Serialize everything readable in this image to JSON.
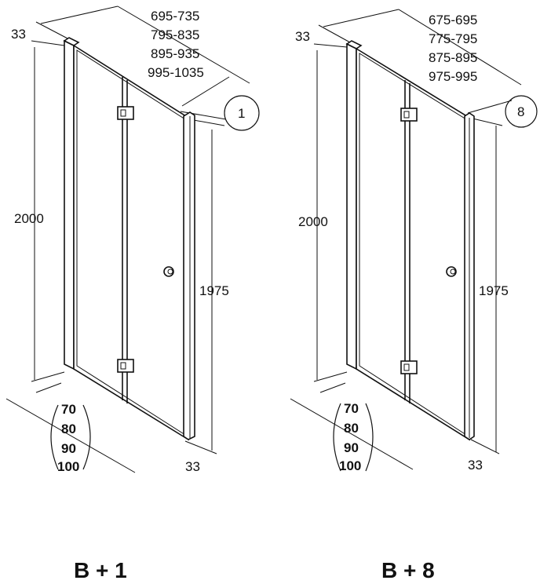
{
  "diagrams": [
    {
      "variant_label": "B + 1",
      "width_ranges": [
        "695-735",
        "795-835",
        "895-935",
        "995-1035"
      ],
      "profile_depth_top": "33",
      "profile_depth_bottom": "33",
      "total_height": "2000",
      "glass_height": "1975",
      "callout_number": "1",
      "nominal_sizes": [
        "70",
        "80",
        "90",
        "100"
      ]
    },
    {
      "variant_label": "B + 8",
      "width_ranges": [
        "675-695",
        "775-795",
        "875-895",
        "975-995"
      ],
      "profile_depth_top": "33",
      "profile_depth_bottom": "33",
      "total_height": "2000",
      "glass_height": "1975",
      "callout_number": "8",
      "nominal_sizes": [
        "70",
        "80",
        "90",
        "100"
      ]
    }
  ]
}
